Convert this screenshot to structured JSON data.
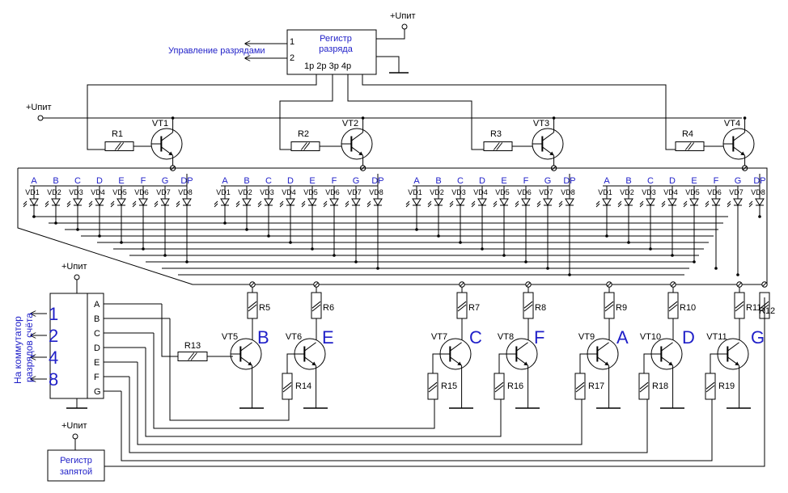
{
  "power_label": "+Uпит",
  "register_top": {
    "line1": "Регистр",
    "line2": "разряда",
    "pin1": "1",
    "pin2": "2",
    "outputs": "1р 2р 3р 4р"
  },
  "control_label": "Управление разрядами",
  "vertical_label": {
    "line1": "На коммутатор",
    "line2": "разрядов счёта"
  },
  "digits": [
    "1",
    "2",
    "4",
    "8"
  ],
  "decoder_outputs": [
    "A",
    "B",
    "C",
    "D",
    "E",
    "F",
    "G"
  ],
  "digit_transistors": [
    "VT1",
    "VT2",
    "VT3",
    "VT4"
  ],
  "base_resistors": [
    "R1",
    "R2",
    "R3",
    "R4"
  ],
  "segment_names": [
    "A",
    "B",
    "C",
    "D",
    "E",
    "F",
    "G",
    "DP"
  ],
  "led_labels": [
    "VD1",
    "VD2",
    "VD3",
    "VD4",
    "VD5",
    "VD6",
    "VD7",
    "VD8"
  ],
  "segment_drivers": [
    {
      "r_top": "R5",
      "vt": "VT5",
      "seg": "B",
      "r_bot": ""
    },
    {
      "r_top": "R6",
      "vt": "VT6",
      "seg": "E",
      "r_bot": "R14"
    },
    {
      "r_top": "R7",
      "vt": "VT7",
      "seg": "C",
      "r_bot": "R15"
    },
    {
      "r_top": "R8",
      "vt": "VT8",
      "seg": "F",
      "r_bot": "R16"
    },
    {
      "r_top": "R9",
      "vt": "VT9",
      "seg": "A",
      "r_bot": "R17"
    },
    {
      "r_top": "R10",
      "vt": "VT10",
      "seg": "D",
      "r_bot": "R18"
    },
    {
      "r_top": "R11",
      "vt": "VT11",
      "seg": "G",
      "r_bot": "R19"
    }
  ],
  "r12_label": "R12",
  "r13_label": "R13",
  "register_bottom": {
    "line1": "Регистр",
    "line2": "запятой"
  }
}
